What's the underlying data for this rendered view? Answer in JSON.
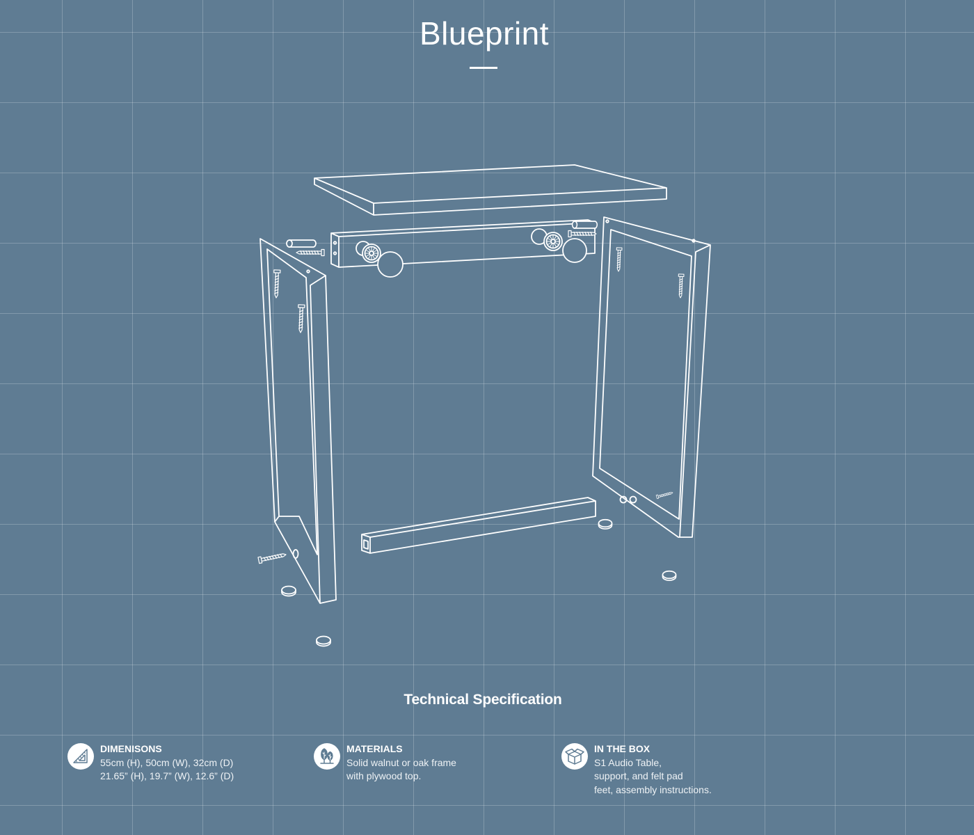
{
  "page": {
    "title": "Blueprint",
    "colors": {
      "background": "#5f7c93",
      "grid": "rgba(255,255,255,0.22)",
      "ink": "#ffffff"
    }
  },
  "spec": {
    "heading": "Technical Specification",
    "items": [
      {
        "icon": "set-square-icon",
        "title": "DIMENISONS",
        "lines": [
          "55cm (H), 50cm (W), 32cm (D)",
          "21.65” (H), 19.7” (W), 12.6” (D)"
        ]
      },
      {
        "icon": "trees-icon",
        "title": "MATERIALS",
        "lines": [
          "Solid walnut or oak frame",
          "with plywood top."
        ]
      },
      {
        "icon": "box-icon",
        "title": "IN THE BOX",
        "lines": [
          "S1 Audio Table,",
          "support, and felt pad",
          "feet, assembly instructions."
        ]
      }
    ]
  }
}
